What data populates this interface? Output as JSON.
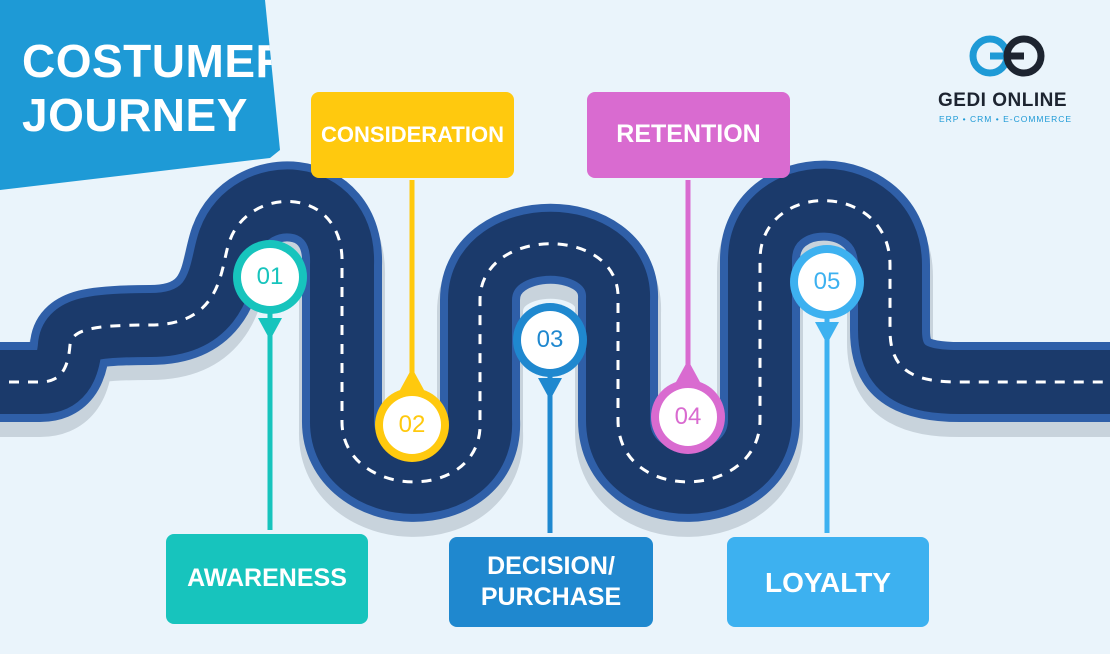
{
  "title": {
    "line1": "COSTUMER",
    "line2": "JOURNEY"
  },
  "logo": {
    "name": "GEDI ONLINE",
    "tagline": "ERP  •  CRM  •  E-COMMERCE"
  },
  "colors": {
    "background": "#eaf4fb",
    "title_bg": "#1e9ad6",
    "road": "#1b3a6b",
    "road_edge": "#2f5fa8",
    "road_shadow": "#c8d3dc",
    "awareness": "#17c4bd",
    "consideration": "#ffc90e",
    "decision": "#1f88cf",
    "retention": "#d96bd0",
    "loyalty": "#3db1f0"
  },
  "stages": [
    {
      "number": "01",
      "label": "AWARENESS",
      "color": "#17c4bd"
    },
    {
      "number": "02",
      "label": "CONSIDERATION",
      "color": "#ffc90e"
    },
    {
      "number": "03",
      "label_line1": "DECISION/",
      "label_line2": "PURCHASE",
      "color": "#1f88cf"
    },
    {
      "number": "04",
      "label": "RETENTION",
      "color": "#d96bd0"
    },
    {
      "number": "05",
      "label": "LOYALTY",
      "color": "#3db1f0"
    }
  ]
}
